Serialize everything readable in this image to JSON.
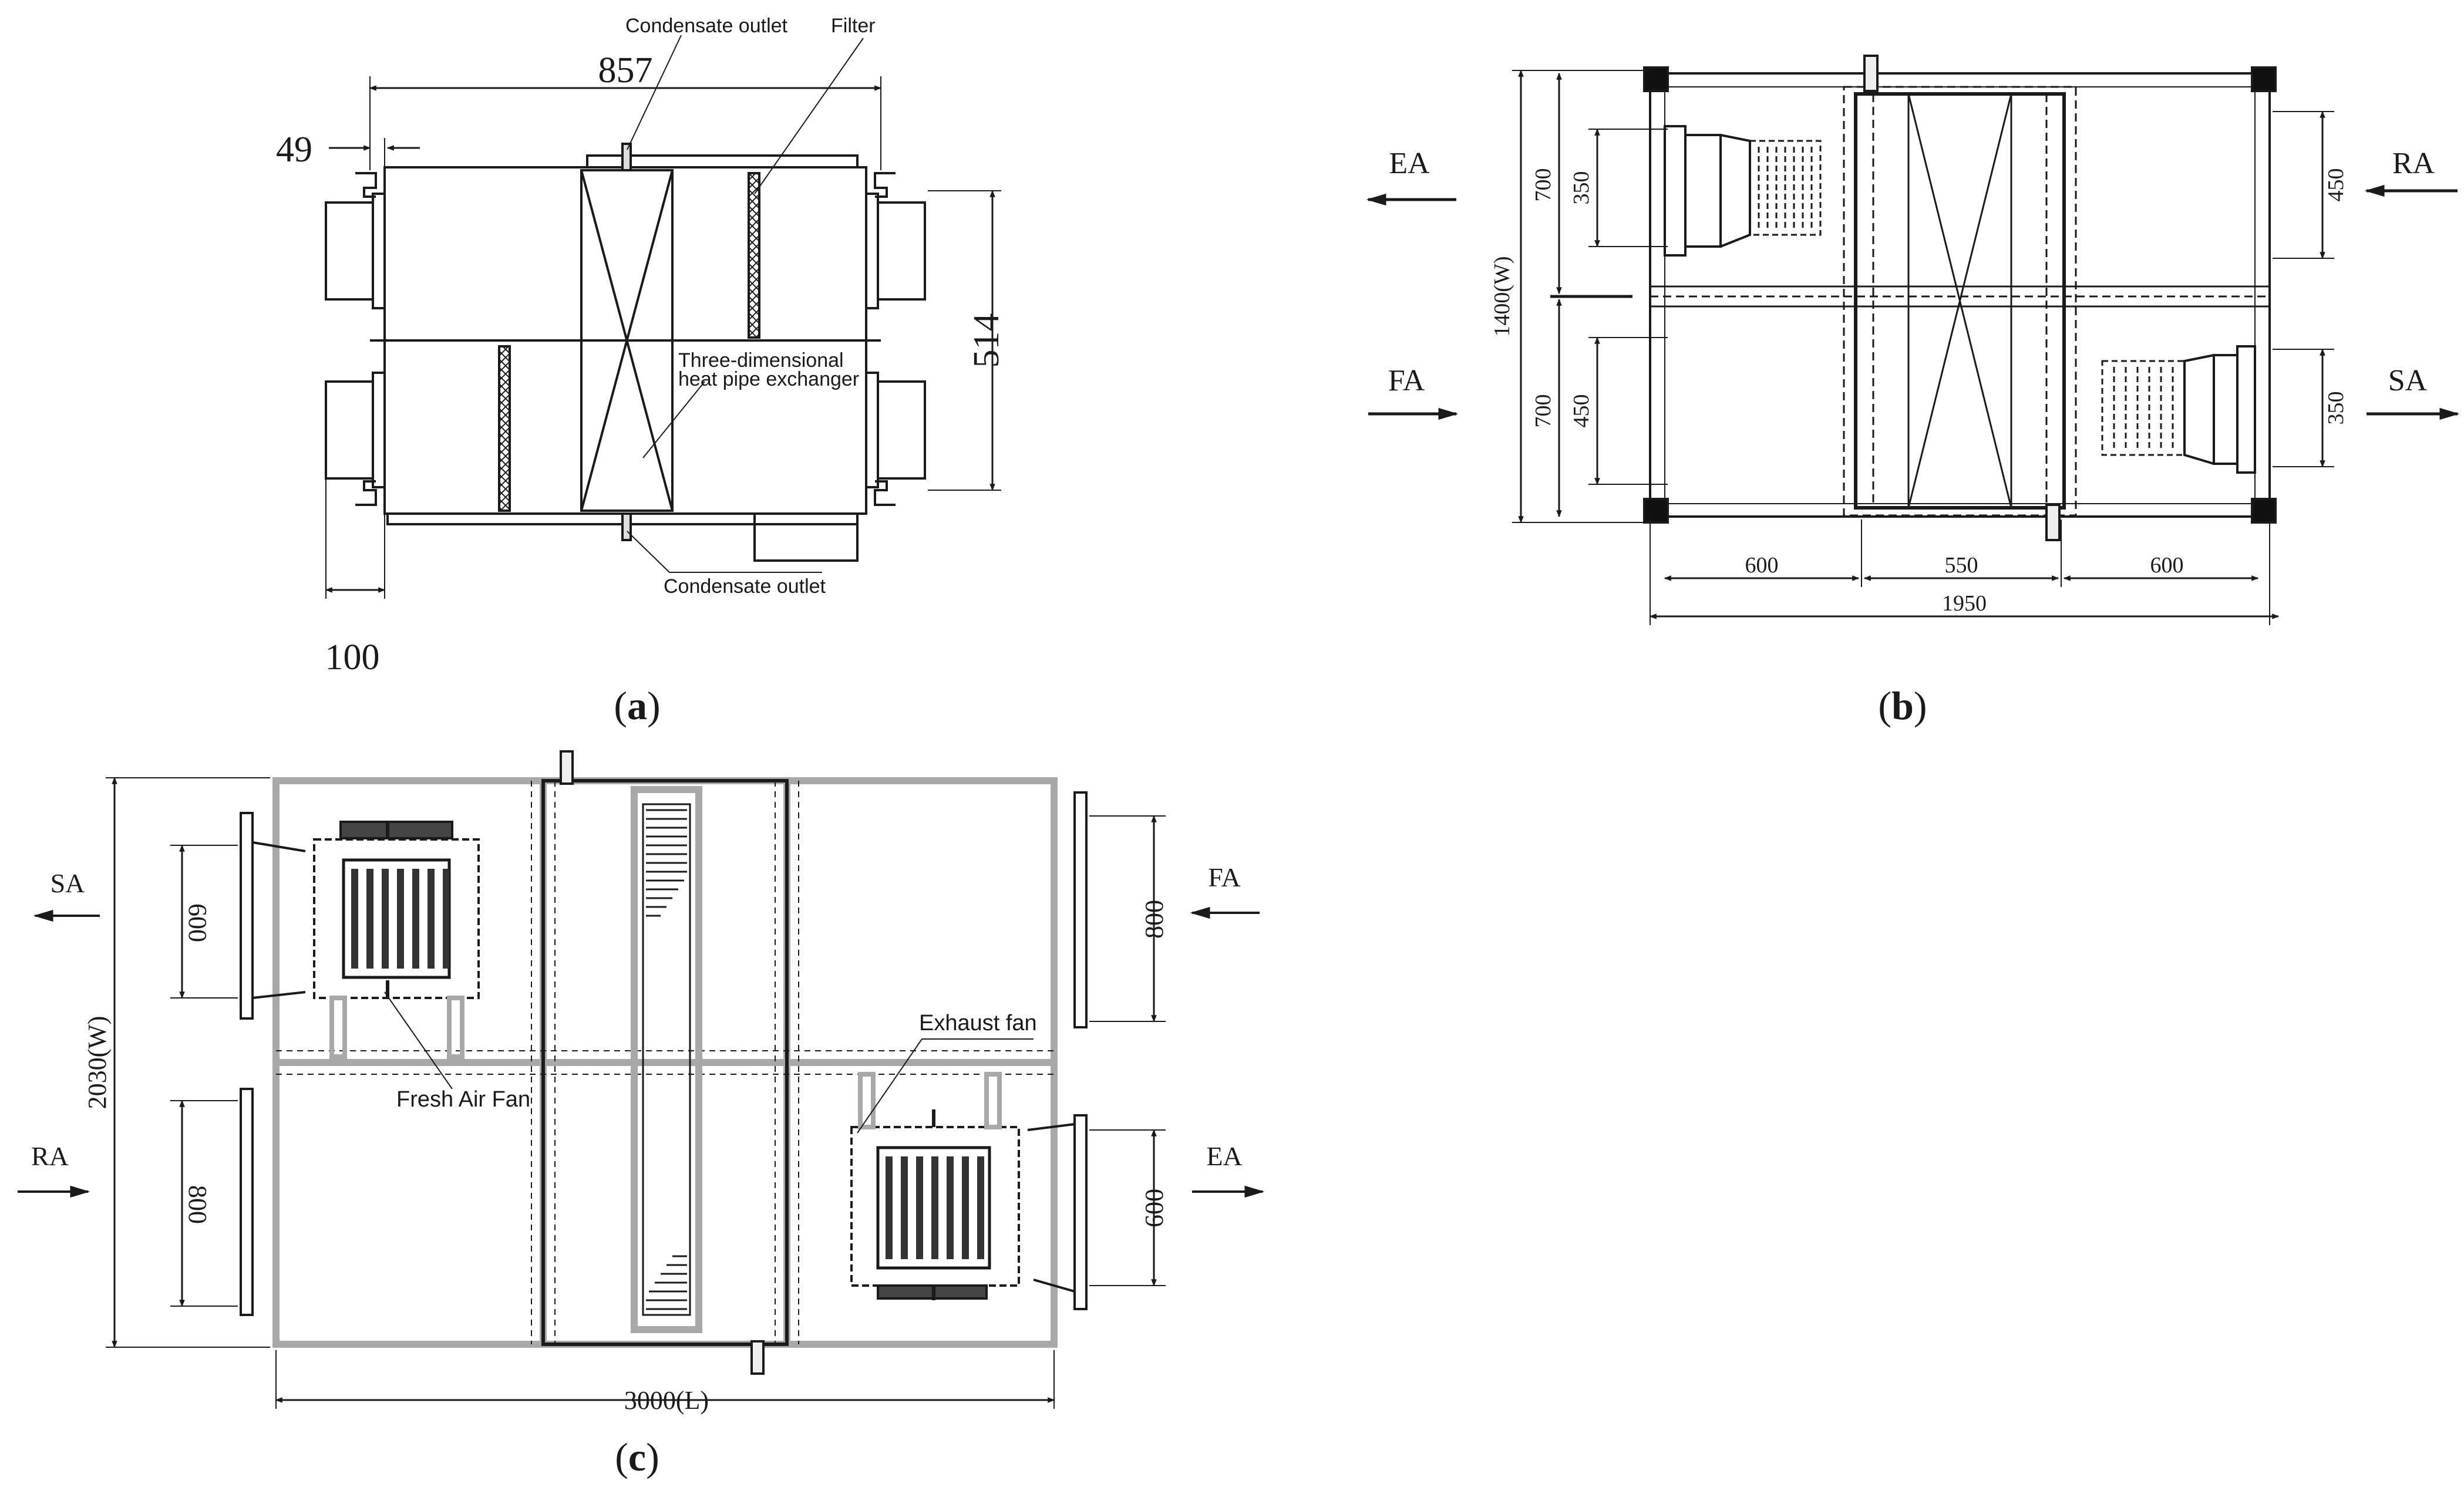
{
  "panel_a": {
    "label": "a",
    "dims": {
      "width": "857",
      "offset": "49",
      "pipe": "100",
      "height": "514"
    },
    "callouts": {
      "condensate_top": "Condensate outlet",
      "filter": "Filter",
      "exchanger_line1": "Three-dimensional",
      "exchanger_line2": "heat pipe exchanger",
      "condensate_bottom": "Condensate outlet"
    }
  },
  "panel_b": {
    "label": "b",
    "airflows": {
      "ea": "EA",
      "ra": "RA",
      "fa": "FA",
      "sa": "SA"
    },
    "dims": {
      "half_top": "700",
      "half_bottom": "700",
      "width_total": "1400(W)",
      "ea_duct": "350",
      "ra_duct": "450",
      "fa_duct": "450",
      "sa_duct": "350",
      "sec_left": "600",
      "sec_mid": "550",
      "sec_right": "600",
      "length_total": "1950"
    }
  },
  "panel_c": {
    "label": "c",
    "airflows": {
      "sa": "SA",
      "ra": "RA",
      "fa": "FA",
      "ea": "EA"
    },
    "dims": {
      "width_total": "2030(W)",
      "sa_duct": "600",
      "ra_duct": "800",
      "fa_duct": "800",
      "ea_duct": "600",
      "length_total": "3000(L)"
    },
    "callouts": {
      "fresh_air_fan": "Fresh Air Fan",
      "exhaust_fan": "Exhaust fan"
    }
  },
  "colors": {
    "line": "#1a1a1a",
    "frame_gray": "#a8a8a8",
    "corner": "#111111"
  }
}
